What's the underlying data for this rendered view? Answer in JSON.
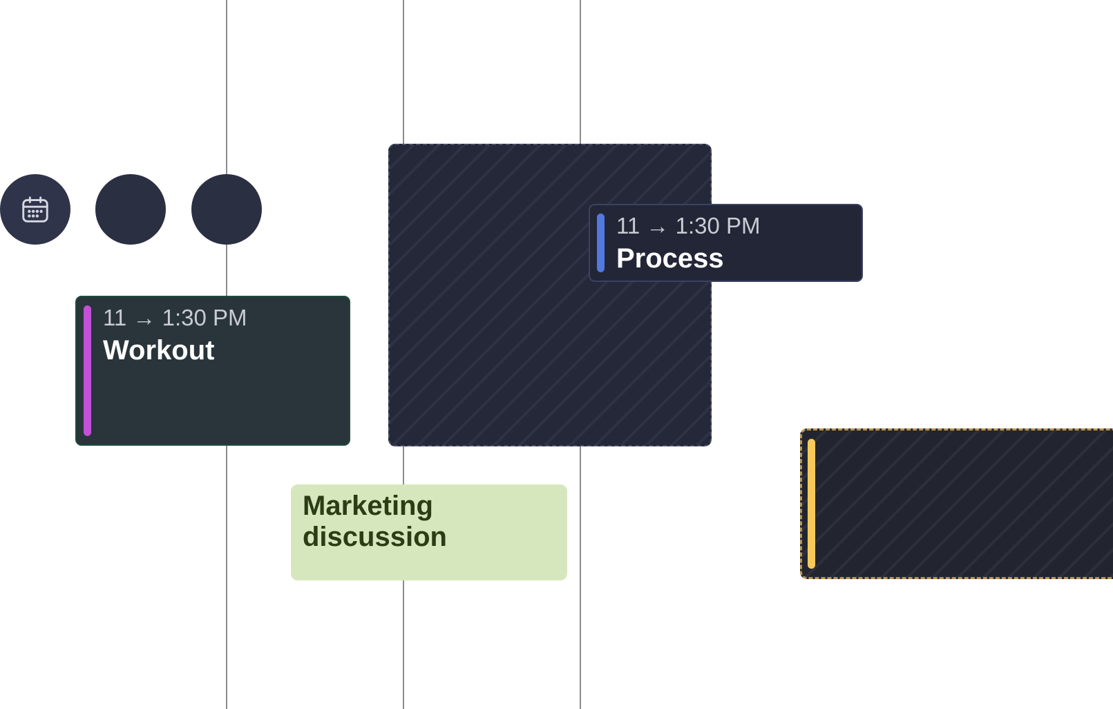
{
  "colors": {
    "background": "#ffffff",
    "grid_line": "#8b8b8b",
    "workout_accent": "#c44fd8",
    "process_accent": "#5378e0",
    "pending_accent": "#f7c95a",
    "marketing_bg": "#d7e7bd",
    "marketing_text": "#2a3d14"
  },
  "toolbar": {
    "buttons": [
      {
        "icon": "calendar-icon"
      },
      {
        "icon": "none"
      },
      {
        "icon": "none"
      }
    ]
  },
  "events": {
    "workout": {
      "time": "11 → 1:30 PM",
      "title": "Workout"
    },
    "process": {
      "time": "11 → 1:30 PM",
      "title": "Process"
    },
    "marketing": {
      "title": "Marketing\ndiscussion"
    }
  }
}
